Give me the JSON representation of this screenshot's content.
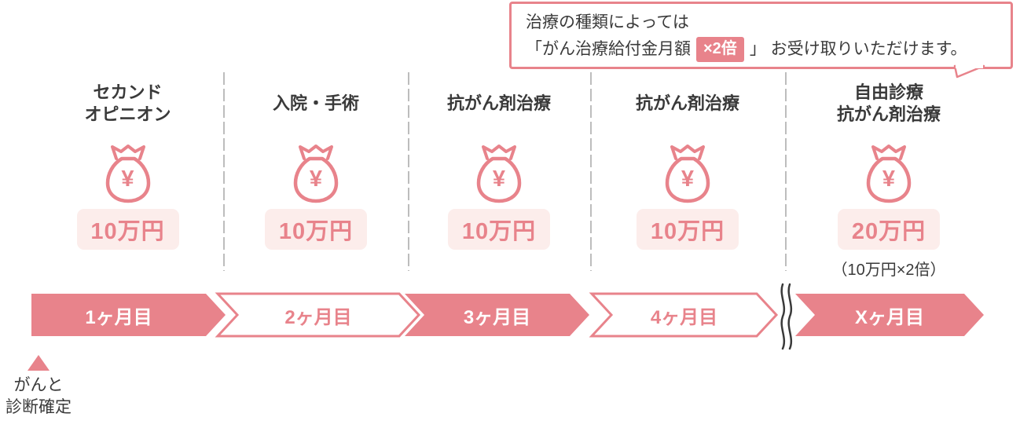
{
  "colors": {
    "accent": "#E8838B",
    "pale_pink": "#FCEDEB",
    "text_dark": "#3A3A3A",
    "divider_gray": "#BDBDBD",
    "white": "#FFFFFF"
  },
  "callout": {
    "line1": "治療の種類によっては",
    "line2_prefix": "「がん治療給付金月額",
    "multiplier_badge": "×2倍",
    "line2_suffix": "」 お受け取りいただけます。"
  },
  "icons": {
    "money_bag_currency": "¥"
  },
  "columns": [
    {
      "header_lines": [
        "セカンド",
        "オピニオン"
      ],
      "amount": "10万円"
    },
    {
      "header_lines": [
        "入院・手術"
      ],
      "amount": "10万円"
    },
    {
      "header_lines": [
        "抗がん剤治療"
      ],
      "amount": "10万円"
    },
    {
      "header_lines": [
        "抗がん剤治療"
      ],
      "amount": "10万円"
    },
    {
      "header_lines": [
        "自由診療",
        "抗がん剤治療"
      ],
      "amount": "20万円",
      "note": "（10万円×2倍）"
    }
  ],
  "timeline": {
    "arrows": [
      {
        "label": "1ヶ月目",
        "style": "solid"
      },
      {
        "label": "2ヶ月目",
        "style": "outline"
      },
      {
        "label": "3ヶ月目",
        "style": "solid"
      },
      {
        "label": "4ヶ月目",
        "style": "outline"
      },
      {
        "label": "Xヶ月目",
        "style": "solid"
      }
    ]
  },
  "diagnosis_marker": {
    "line1": "がんと",
    "line2": "診断確定"
  }
}
